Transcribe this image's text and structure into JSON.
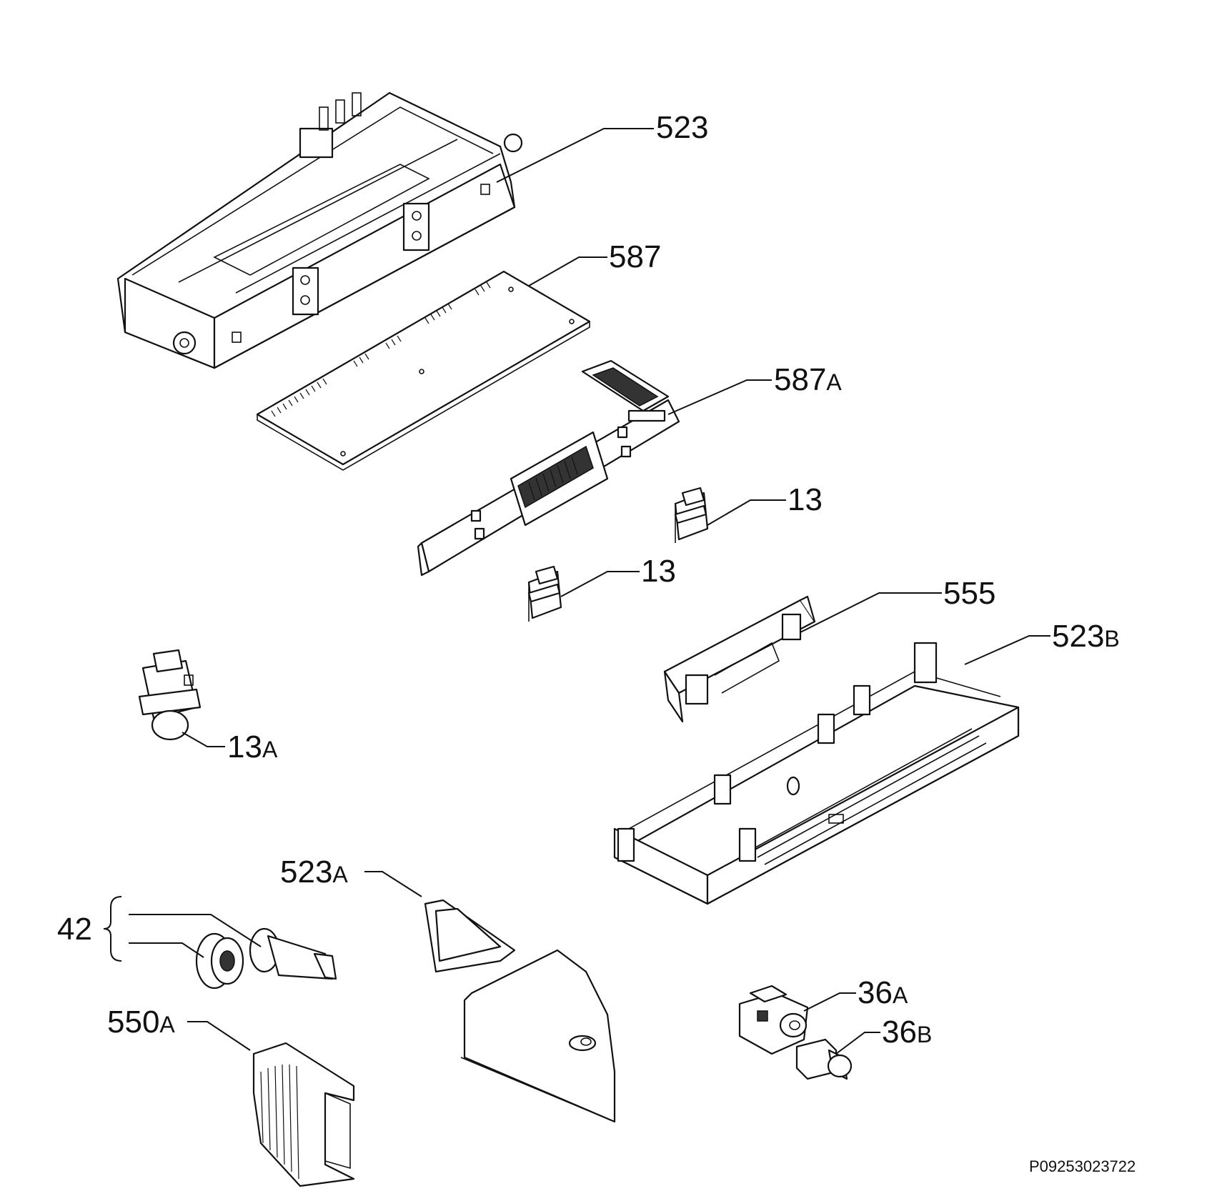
{
  "diagram": {
    "reference_code": "P09253023722",
    "callouts": [
      {
        "id": "523",
        "number": "523",
        "suffix": ""
      },
      {
        "id": "587",
        "number": "587",
        "suffix": ""
      },
      {
        "id": "587A",
        "number": "587",
        "suffix": "A"
      },
      {
        "id": "13-upper",
        "number": "13",
        "suffix": ""
      },
      {
        "id": "13-lower",
        "number": "13",
        "suffix": ""
      },
      {
        "id": "555",
        "number": "555",
        "suffix": ""
      },
      {
        "id": "523B",
        "number": "523",
        "suffix": "B"
      },
      {
        "id": "13A",
        "number": "13",
        "suffix": "A"
      },
      {
        "id": "523A",
        "number": "523",
        "suffix": "A"
      },
      {
        "id": "42",
        "number": "42",
        "suffix": ""
      },
      {
        "id": "550A",
        "number": "550",
        "suffix": "A"
      },
      {
        "id": "36A",
        "number": "36",
        "suffix": "A"
      },
      {
        "id": "36B",
        "number": "36",
        "suffix": "B"
      }
    ]
  }
}
